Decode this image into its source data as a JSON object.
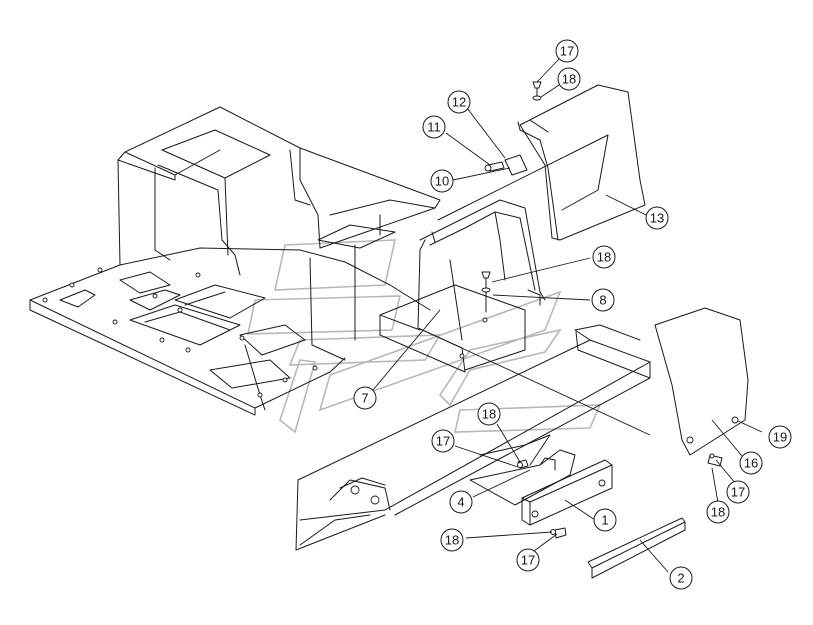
{
  "diagram": {
    "callouts": {
      "c1": "1",
      "c2": "2",
      "c4": "4",
      "c7": "7",
      "c8": "8",
      "c10": "10",
      "c11": "11",
      "c12": "12",
      "c13": "13",
      "c16": "16",
      "c17a": "17",
      "c17b": "17",
      "c17c": "17",
      "c17d": "17",
      "c18a": "18",
      "c18b": "18",
      "c18c": "18",
      "c18d": "18",
      "c18e": "18",
      "c19": "19"
    }
  }
}
